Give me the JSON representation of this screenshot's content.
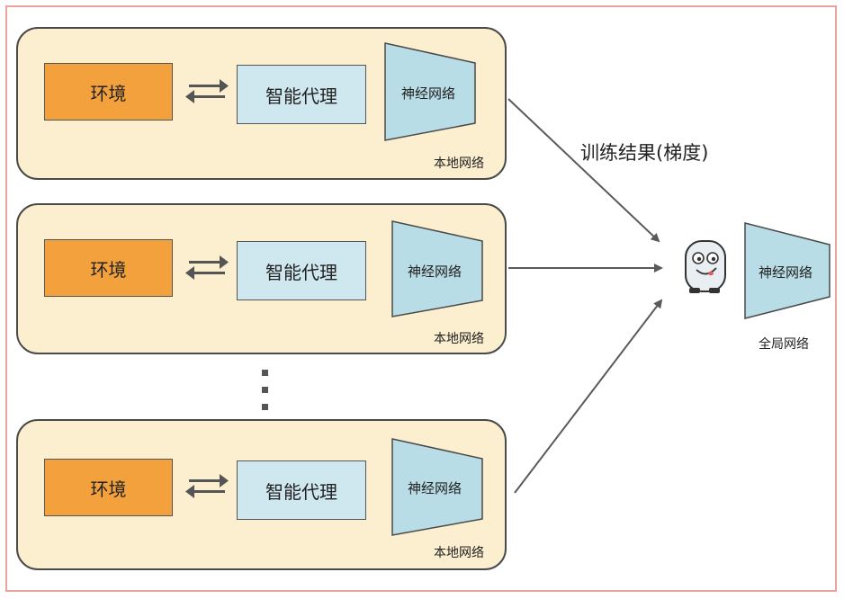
{
  "local_units": [
    {
      "environment": "环境",
      "agent": "智能代理",
      "network": "神经网络",
      "local_label": "本地网络"
    },
    {
      "environment": "环境",
      "agent": "智能代理",
      "network": "神经网络",
      "local_label": "本地网络"
    },
    {
      "environment": "环境",
      "agent": "智能代理",
      "network": "神经网络",
      "local_label": "本地网络"
    }
  ],
  "gradient_label": "训练结果(梯度)",
  "global": {
    "network": "神经网络",
    "label": "全局网络",
    "mascot_icon": "robot-mascot-icon"
  },
  "colors": {
    "panel_bg": "#fcefcf",
    "environment": "#f3a13d",
    "agent": "#cfe7ef",
    "network": "#b9dde6",
    "arrow": "#5a5a5a"
  }
}
